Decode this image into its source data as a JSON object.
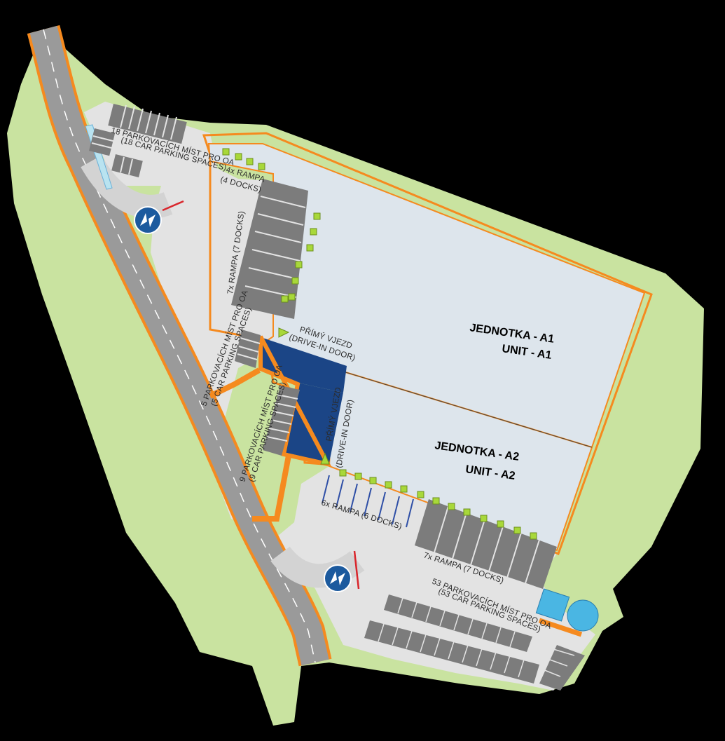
{
  "units": [
    {
      "line1": "JEDNOTKA - A1",
      "line2": "UNIT - A1"
    },
    {
      "line1": "JEDNOTKA - A2",
      "line2": "UNIT - A2"
    }
  ],
  "labels": {
    "parking_18_cz": "18 PARKOVACÍCH MÍST PRO OA",
    "parking_18_en": "(18 CAR PARKING SPACES)",
    "rampa_4_cz": "4x RAMPA",
    "rampa_4_en": "(4 DOCKS)",
    "rampa_7_top": "7x RAMPA (7 DOCKS)",
    "drive_in_1_cz": "PŘÍMÝ VJEZD",
    "drive_in_1_en": "(DRIVE-IN DOOR)",
    "drive_in_2_cz": "PŘÍMÝ VJEZD",
    "drive_in_2_en": "(DRIVE-IN DOOR)",
    "parking_5_cz": "5 PARKOVACÍCH MÍST PRO OA",
    "parking_5_en": "(5 CAR PARKING SPACES)",
    "parking_9_cz": "9 PARKOVACÍCH MÍST PRO OA",
    "parking_9_en": "(9 CAR PARKING SPACES)",
    "rampa_6": "6x RAMPA (6 DOCKS)",
    "rampa_7_bottom": "7x RAMPA (7 DOCKS)",
    "parking_53_cz": "53 PARKOVACÍCH MÍST PRO OA",
    "parking_53_en": "(53 CAR PARKING SPACES)"
  },
  "icons": {
    "entrance_top": "entrance-exit-icon",
    "entrance_bottom": "entrance-exit-icon",
    "dock_marker": "dock-marker-icon",
    "drive_in_arrow": "arrow-icon",
    "tank_square": "water-tank-icon",
    "tank_round": "water-tank-icon"
  },
  "colors": {
    "background": "#000000",
    "grass": "#c9e3a0",
    "paved": "#e2e2e2",
    "building": "#dde5ec",
    "outline": "#f58a1f",
    "road": "#9a9a9a",
    "parking": "#7c7c7c",
    "drive_in": "#1b4586",
    "dock_marker": "#a8d83a",
    "entrance_badge": "#1c5a9e",
    "tank": "#4ab6e3"
  }
}
